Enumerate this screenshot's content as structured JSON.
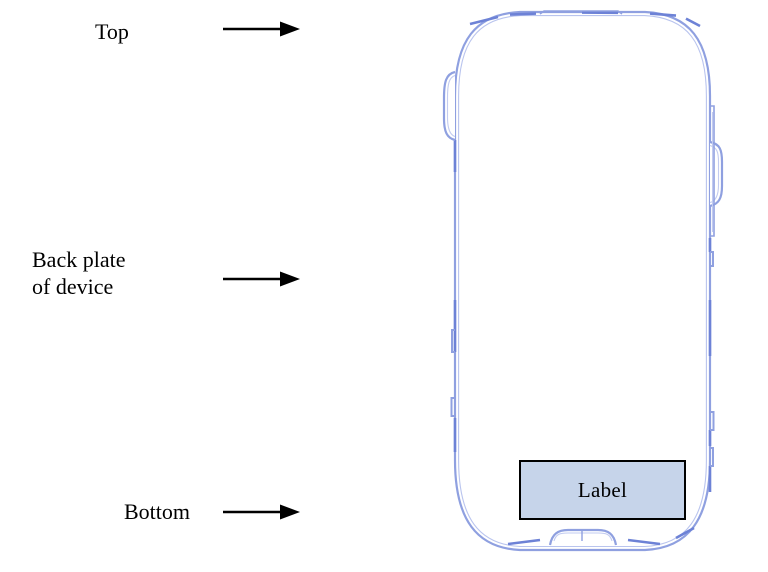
{
  "figure": {
    "background_color": "#ffffff",
    "outline_color": "#7b8edb",
    "sticker_fill_color": "#c6d4ea",
    "sticker_border_color": "#000000",
    "text_color": "#000000"
  },
  "callouts": [
    {
      "key": "top",
      "text": "Top",
      "arrow_name": "arrow-pointer-top"
    },
    {
      "key": "back",
      "text": "Back plate\nof device",
      "arrow_name": "arrow-pointer-back-plate"
    },
    {
      "key": "bottom",
      "text": "Bottom",
      "arrow_name": "arrow-pointer-bottom"
    }
  ],
  "device": {
    "name": "mobile-device-back-plate-outline",
    "sticker": {
      "text": "Label"
    }
  }
}
